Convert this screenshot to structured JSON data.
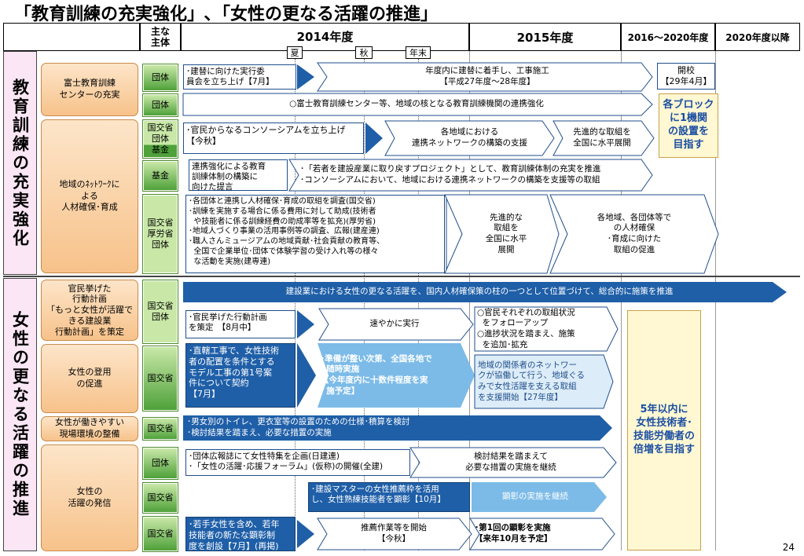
{
  "title": "「教育訓練の充実強化」､「女性の更なる活躍の推進」",
  "header": {
    "subject": "主な\n主体",
    "y2014": "2014年度",
    "y2015": "2015年度",
    "y2016": "2016～2020年度",
    "y2020": "2020年度以降",
    "summer": "夏",
    "autumn": "秋",
    "yearend": "年末"
  },
  "sections": {
    "edu": "教育訓練の充実強化",
    "women": "女性の更なる活躍の推進"
  },
  "categories": {
    "fuji": "富士教育訓練\nセンターの充実",
    "network": "地域のﾈｯﾄﾜｰｸに\nよる\n人材確保･育成",
    "plan": "官民挙げた\n行動計画\n「もっと女性が活躍で\nきる建設業\n行動計画」を策定",
    "hire": "女性の登用\nの促進",
    "env": "女性が働きやすい\n現場環境の整備",
    "pr": "女性の\n活躍の発信"
  },
  "entities": {
    "dantai": "団体",
    "mix1": "国交省\n団体\n基金",
    "kikin": "基金",
    "mix2": "国交省\n厚労省\n団体",
    "mix3": "国交省\n団体",
    "mlit": "国交省"
  },
  "rows": {
    "r1_box": "･建替に向けた実行委\n員会を立ち上げ【7月】",
    "r1_arrow": "年度内に建替に着手し、工事施工\n【平成27年度～28年度】",
    "r1_goal": "開校\n【29年4月】",
    "r2_arrow": "○富士教育訓練センター等、地域の核となる教育訓練機関の連携強化",
    "r2_goal": "各ブロック\nに1機関\nの設置を\n目指す",
    "r3_box": "･官民からなるコンソーシアムを立ち上げ\n【今秋】",
    "r3_arrow1": "各地域における\n連携ネットワークの構築の支援",
    "r3_arrow2": "先進的な取組を\n全国に水平展開",
    "r4_box": "連携強化による教育\n訓練体制の構築に\n向けた提言",
    "r4_arrow": "･「若者を建設産業に取り戻すプロジェクト」として、教育訓練体制の充実を推進\n･コンソーシアムにおいて、地域における連携ネットワークの構築を支援等の取組",
    "r5_box": "･各団体と連携し人材確保･育成の取組を調査(国交省)\n･訓練を実施する場合に係る費用に対して助成(技術者\n  や技能者に係る訓練経費の助成率等を拡充)(厚労省)\n･地域人づくり事業の活用事例等の調査、広報(建産連)\n･職人さんミュージアムの地域貢献･社会貢献の教育等、\n  全国で企業単位･団体で体験学習の受け入れ等の様々\n  な活動を実施(建専連)",
    "r5_arrow1": "先進的な\n取組を\n全国に水平\n展開",
    "r5_arrow2": "各地域、各団体等で\nの人材確保\n･育成に向けた\n取組の促進",
    "r6_arrow": "建設業における女性の更なる活躍を、国内人材確保策の柱の一つとして位置づけて、総合的に施策を推進",
    "r7_box": "･官民挙げた行動計画\nを策定　【8月中】",
    "r7_arrow": "速やかに実行",
    "r7_follow": "○官民それぞれの取組状況\n  をフォローアップ\n○進捗状況を踏まえ、施策\n  を追加･拡充",
    "r8_box": "･直轄工事で、女性技術\n者の配置を条件とする\nモデル工事の第1号案\n件について契約\n【7月】",
    "r8_arrow": "･準備が整い次第、全国各地で\n  随時実施\n【今年度内に十数件程度を実\n  施予定】",
    "r8_box2": "地域の関係者のネットワー\nクが協働して行う、地域ぐる\nみで女性活躍を支える取組\nを支援開始【27年度】",
    "r9_arrow": "･男女別のトイレ、更衣室等の設置のための仕様･積算を検討\n･検討結果を踏まえ、必要な措置の実施",
    "goal2": "5年以内に\n女性技術者･\n技能労働者の\n倍増を目指す",
    "r10_box": "･団体広報誌にて女性特集を企画(日建連)\n･「女性の活躍･応援フォーラム」(仮称)の開催(全建)",
    "r10_arrow": "検討結果を踏まえて\n必要な措置の実施を継続",
    "r11_box": "･建設マスターの女性推薦枠を活用\nし、女性熟練技能者を顕彰【10月】",
    "r11_arrow": "顕彰の実施を継続",
    "r12_box": "･若手女性を含め、若年\n技能者の新たな顕彰制\n度を創設【7月】(再掲)",
    "r12_arrow1": "推薦作業等を開始\n【今秋】",
    "r12_arrow2": "･第1回の顕彰を実施\n【来年10月を予定】"
  },
  "page_number": "24",
  "colors": {
    "dark_blue": "#1f5fa8",
    "light_blue": "#7cbbe8",
    "green": "#7ac143",
    "orange": "#f7c28a",
    "pink": "#fbe6f5",
    "goal_text": "#1c4fa3"
  }
}
